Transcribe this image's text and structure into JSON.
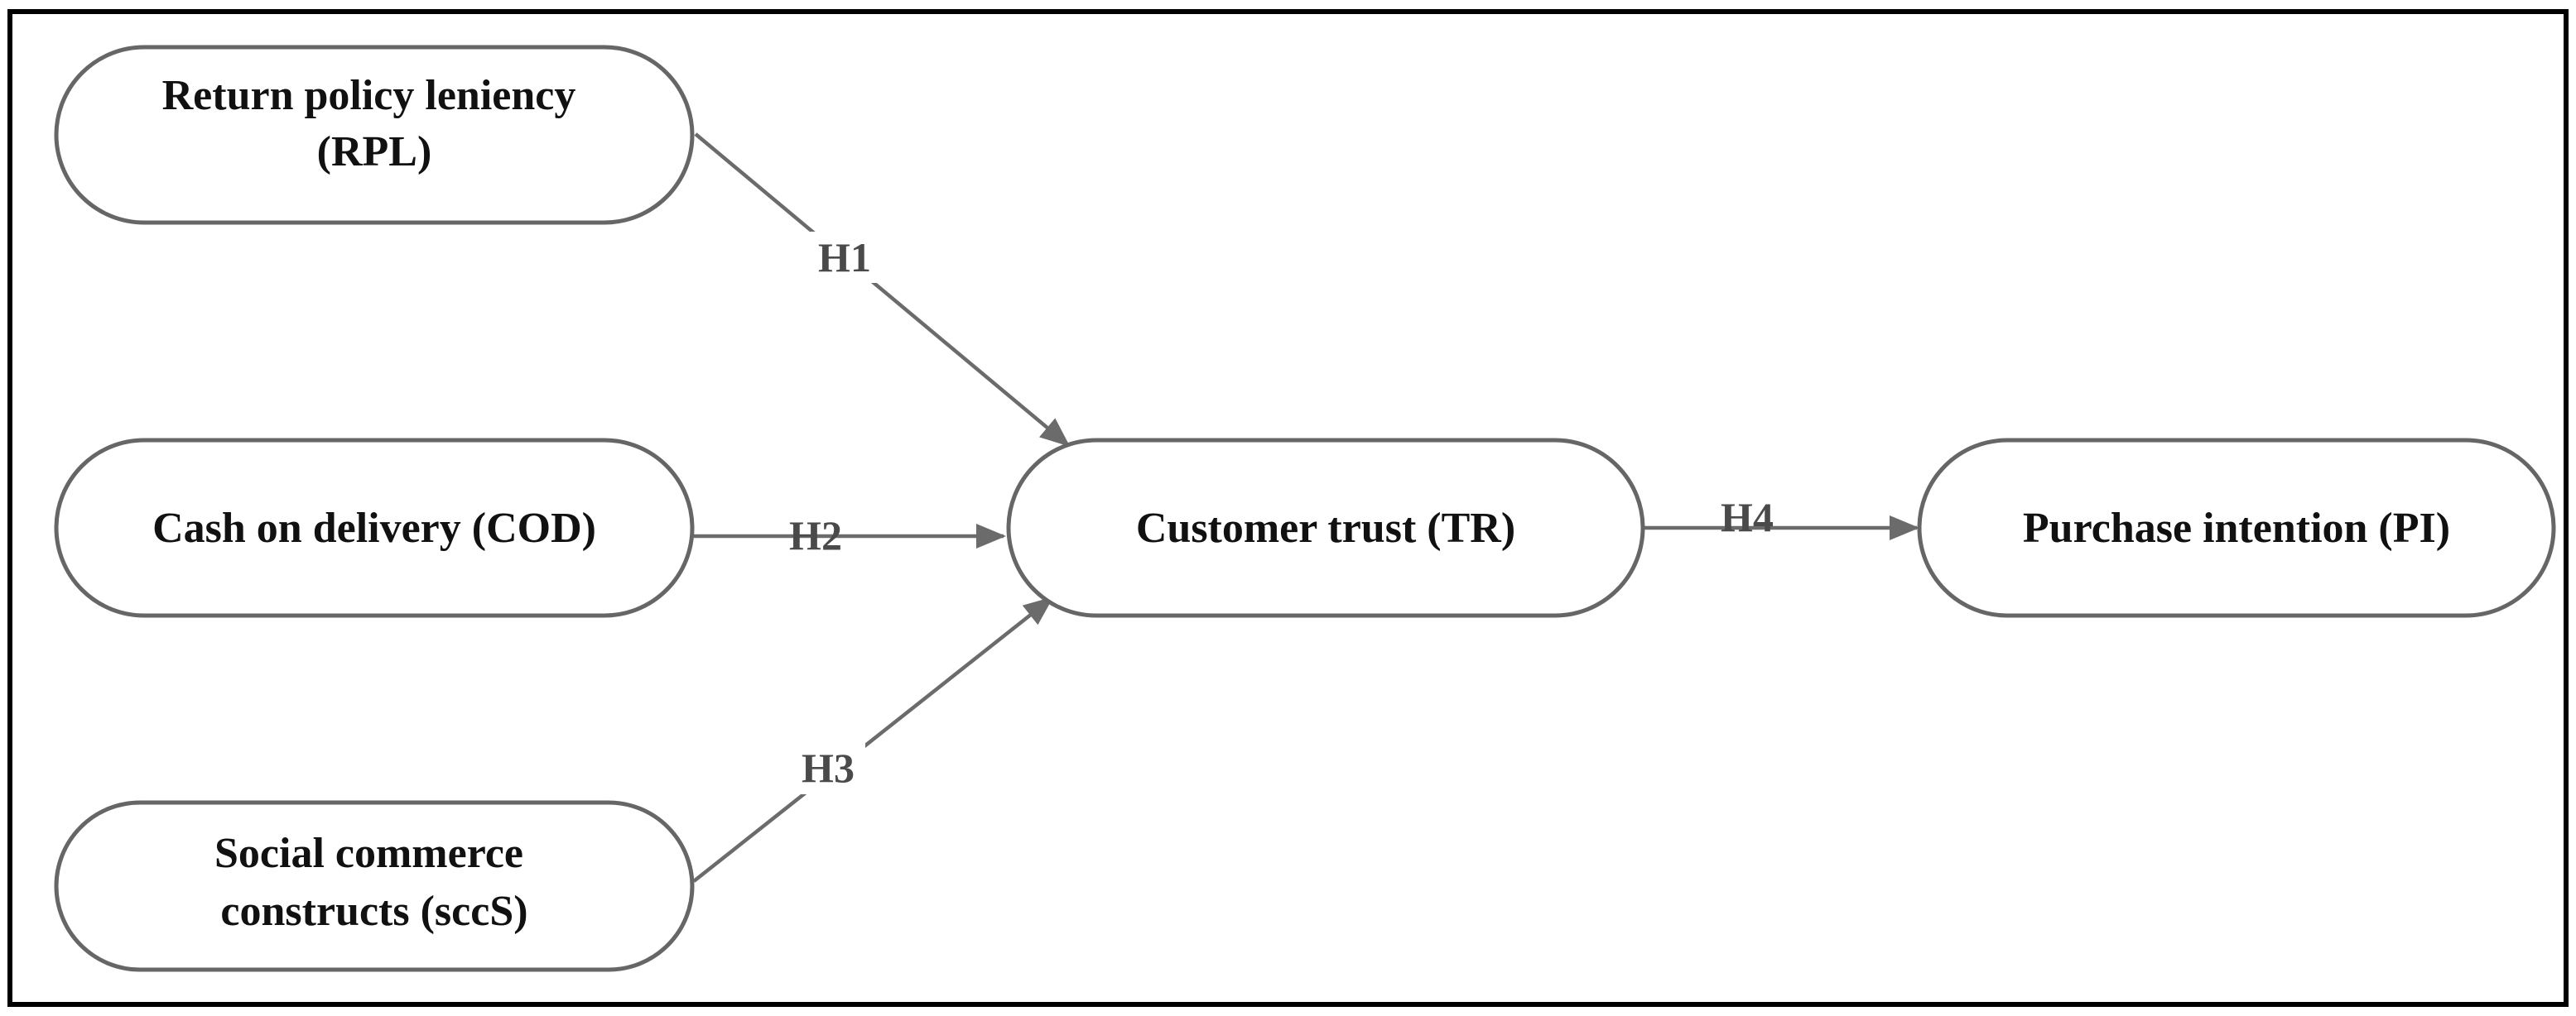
{
  "nodes": [
    {
      "id": "rpl",
      "lines": [
        "Return policy leniency",
        "(RPL)"
      ]
    },
    {
      "id": "cod",
      "lines": [
        "Cash on delivery (COD)"
      ]
    },
    {
      "id": "sccs",
      "lines": [
        "Social commerce",
        "constructs (sccS)"
      ]
    },
    {
      "id": "tr",
      "lines": [
        "Customer trust (TR)"
      ]
    },
    {
      "id": "pi",
      "lines": [
        "Purchase intention (PI)"
      ]
    }
  ],
  "edges": [
    {
      "id": "h1",
      "from": "rpl",
      "to": "tr",
      "label": "H1"
    },
    {
      "id": "h2",
      "from": "cod",
      "to": "tr",
      "label": "H2"
    },
    {
      "id": "h3",
      "from": "sccs",
      "to": "tr",
      "label": "H3"
    },
    {
      "id": "h4",
      "from": "tr",
      "to": "pi",
      "label": "H4"
    }
  ],
  "colors": {
    "border": "#000000",
    "node_stroke": "#666666",
    "edge": "#6b6b6b",
    "text": "#111111",
    "edge_label": "#4a4a4a"
  }
}
